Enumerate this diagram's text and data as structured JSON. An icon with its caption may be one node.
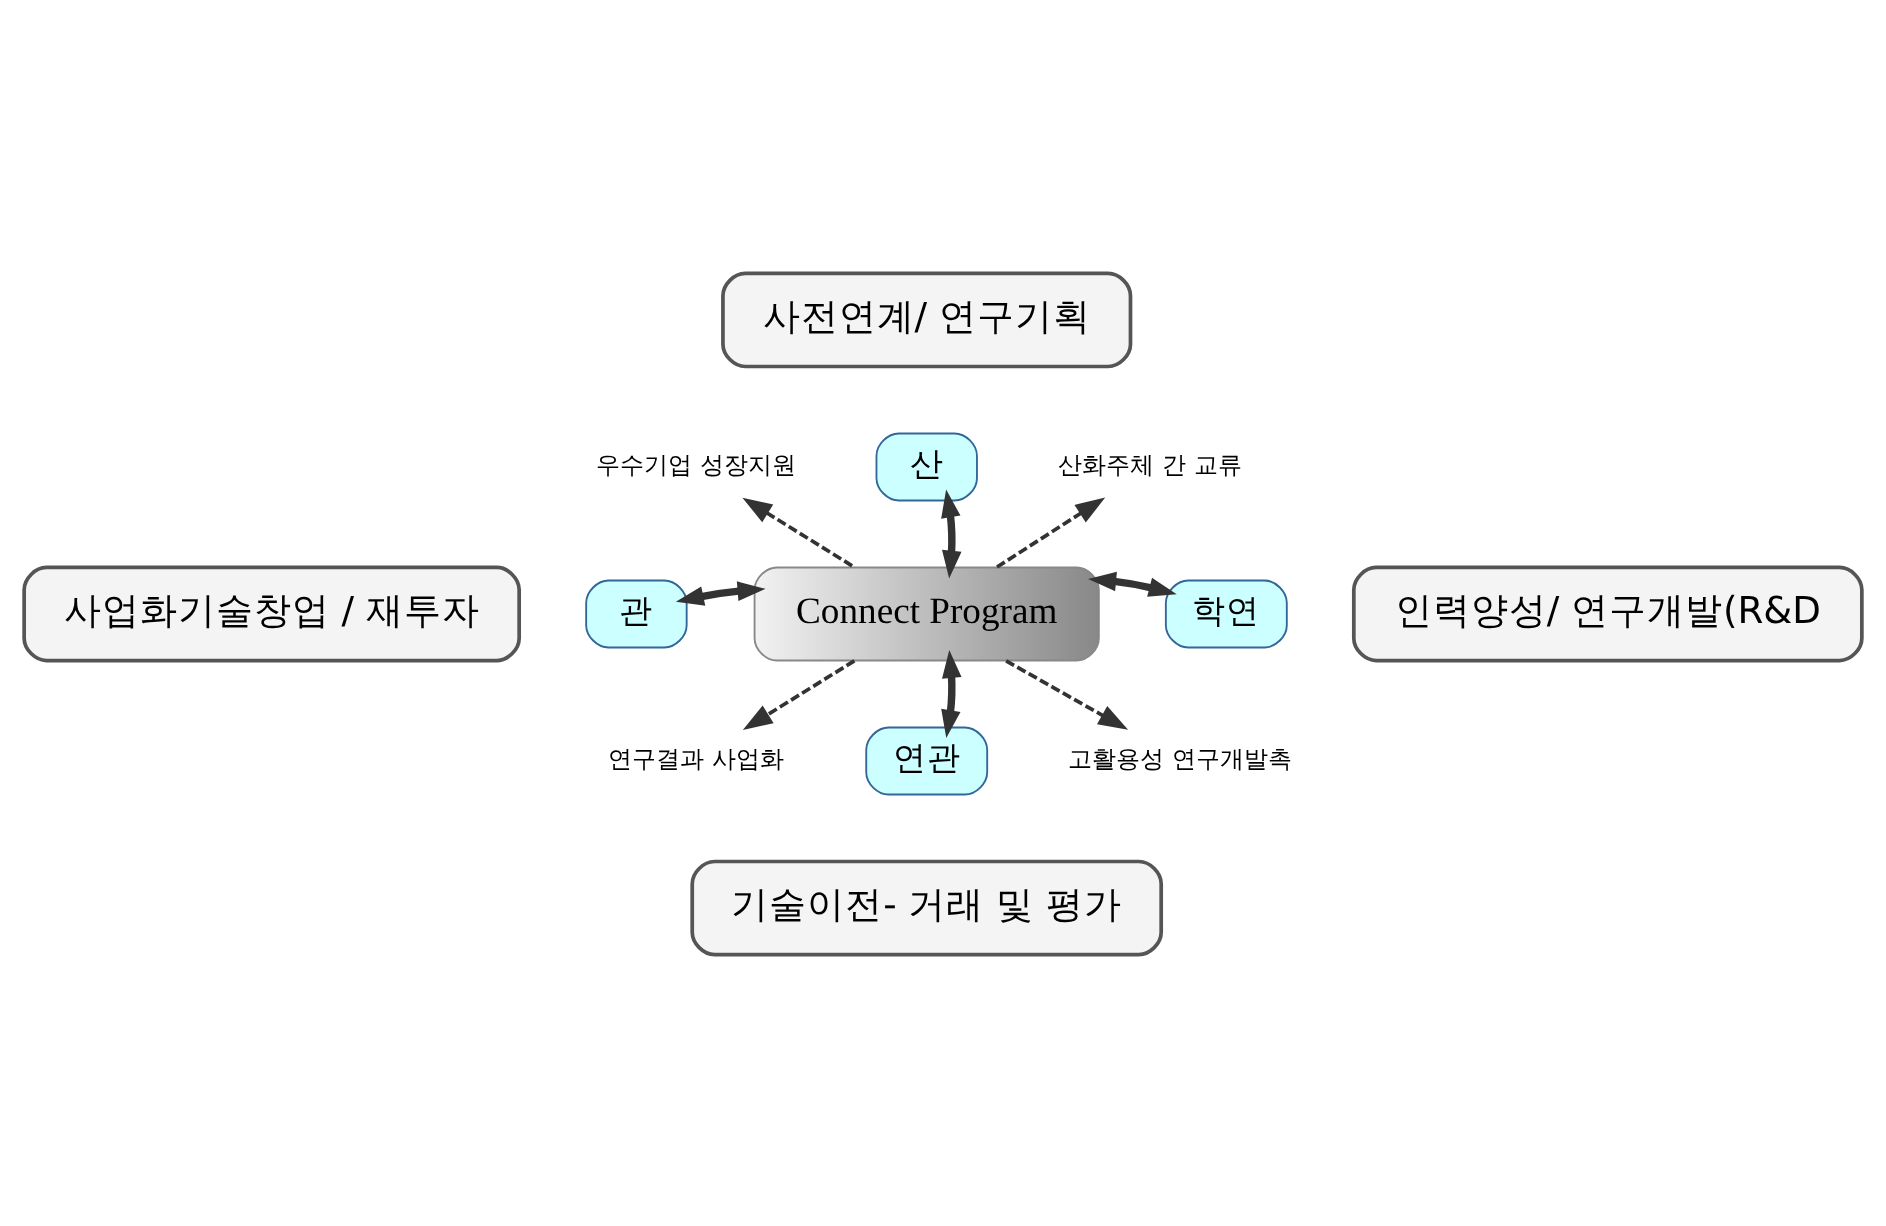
{
  "diagram": {
    "nodes": [
      {
        "text": [
          "사전연계/ 연구기획"
        ]
      },
      {
        "text": [
          "사업화기술창업 / 재투자"
        ]
      },
      {
        "text": [
          "인력양성/ 연구개발(R&D"
        ]
      },
      {
        "text": [
          "기술이전- 거래 및 평가"
        ]
      },
      {
        "text": [
          "우수기업 성장지원"
        ]
      },
      {
        "text": [
          "산화주체 간 교류"
        ]
      },
      {
        "text": [
          "Connect Program"
        ]
      },
      {
        "text": [
          "산"
        ]
      },
      {
        "text": [
          "관"
        ]
      },
      {
        "text": [
          "학연"
        ]
      },
      {
        "text": [
          "연관"
        ]
      },
      {
        "text": [
          "연구결과 사업화"
        ]
      },
      {
        "text": [
          "고활용성 연구개발촉"
        ]
      }
    ],
    "edges": [
      {
        "from": 6,
        "to": 7,
        "arrow": "both",
        "style": "thick"
      },
      {
        "from": 6,
        "to": 8,
        "arrow": "both",
        "style": "thick"
      },
      {
        "from": 6,
        "to": 9,
        "arrow": "both",
        "style": "thick"
      },
      {
        "from": 6,
        "to": 10,
        "arrow": "both",
        "style": "thick"
      },
      {
        "from": 6,
        "to": 4,
        "arrow": "to",
        "style": "dashed"
      },
      {
        "from": 6,
        "to": 5,
        "arrow": "to",
        "style": "dashed"
      },
      {
        "from": 6,
        "to": 11,
        "arrow": "to",
        "style": "dashed"
      },
      {
        "from": 6,
        "to": 12,
        "arrow": "to",
        "style": "dashed"
      }
    ]
  }
}
